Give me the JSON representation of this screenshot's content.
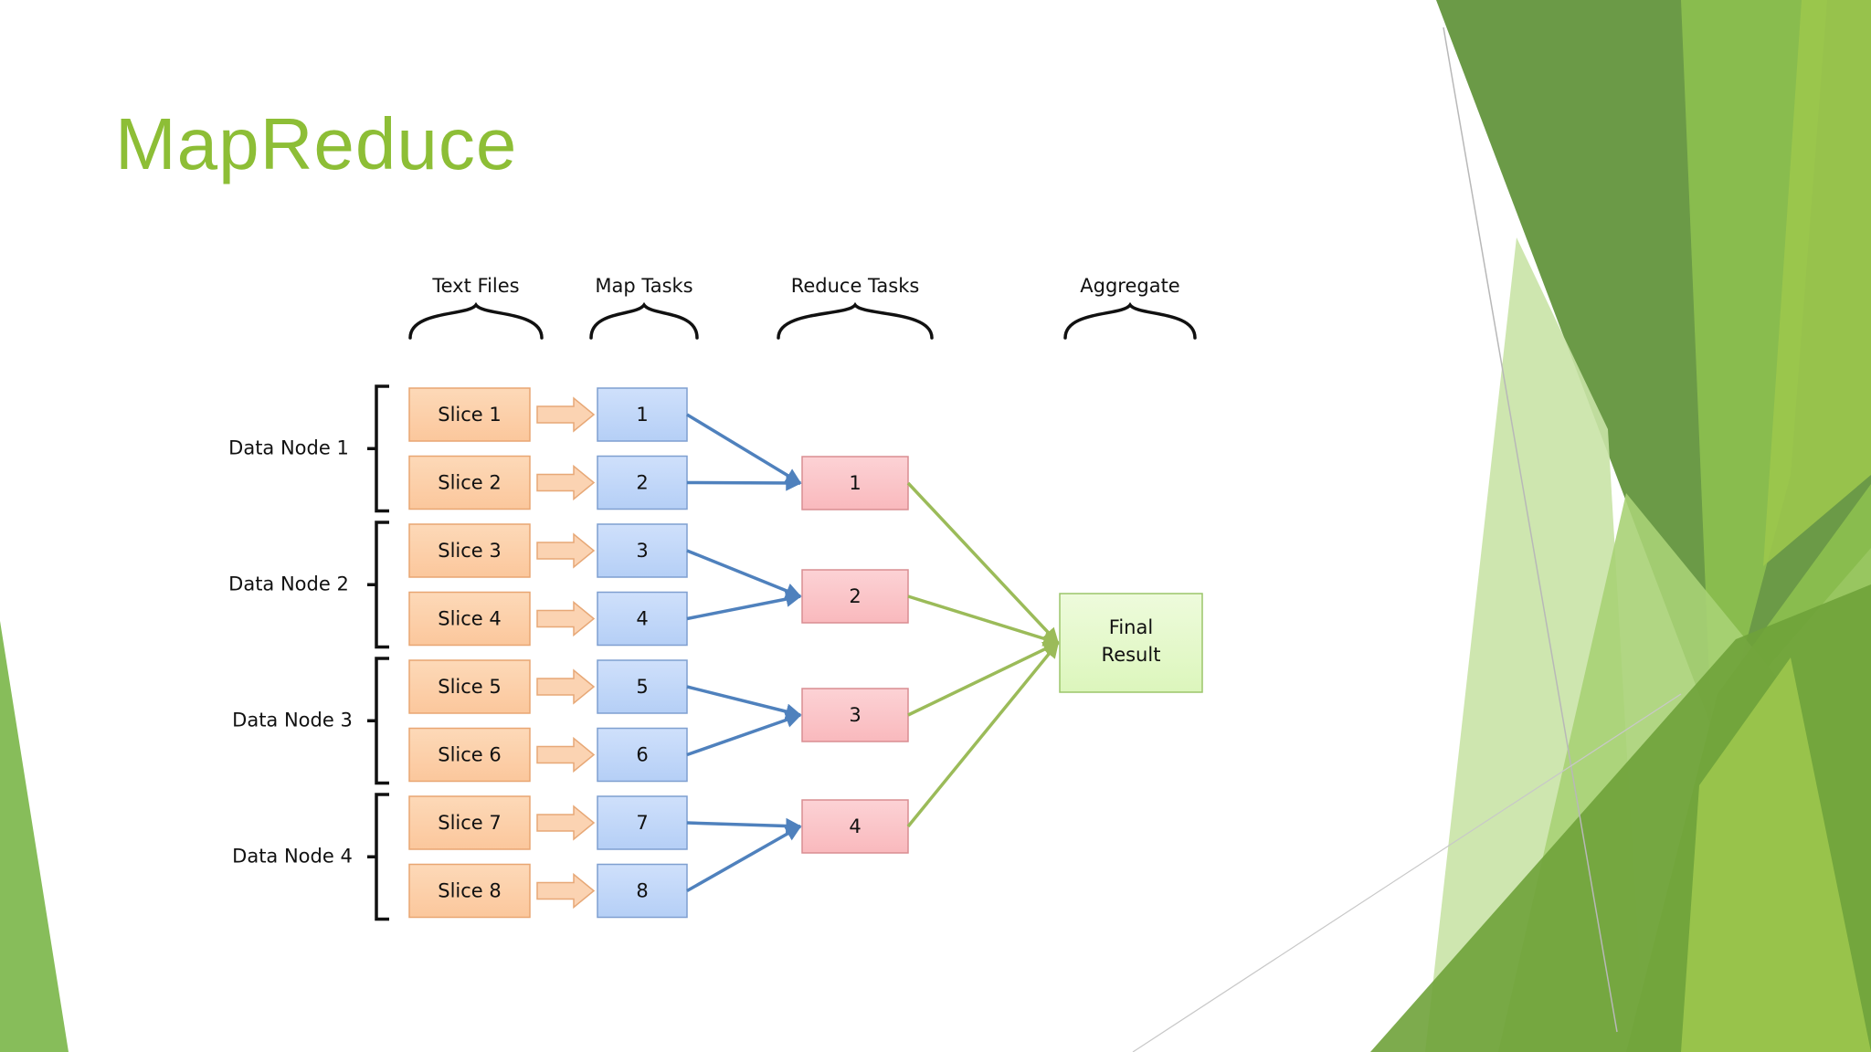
{
  "slide": {
    "title": "MapReduce"
  },
  "colors": {
    "title": "#8dbe36",
    "slice_fill": "#fbc79c",
    "slice_stroke": "#e8a672",
    "map_fill": "#b5cff6",
    "map_stroke": "#7f9fd0",
    "reduce_fill": "#f9b9bd",
    "reduce_stroke": "#d98d92",
    "final_fill": "#dcf6bc",
    "final_stroke": "#9cc56a",
    "blue_arrow": "#4f81bd",
    "green_arrow": "#9bbb59",
    "slice_arrow_fill": "#fbd3b2",
    "slice_arrow_stroke": "#e7a877",
    "decor_green": "#7ab648"
  },
  "diagram": {
    "column_headers": [
      "Text Files",
      "Map Tasks",
      "Reduce Tasks",
      "Aggregate"
    ],
    "data_nodes": [
      "Data Node 1",
      "Data Node 2",
      "Data Node 3",
      "Data Node 4"
    ],
    "slices": [
      "Slice 1",
      "Slice 2",
      "Slice 3",
      "Slice 4",
      "Slice 5",
      "Slice 6",
      "Slice 7",
      "Slice 8"
    ],
    "map_tasks": [
      "1",
      "2",
      "3",
      "4",
      "5",
      "6",
      "7",
      "8"
    ],
    "reduce_tasks": [
      "1",
      "2",
      "3",
      "4"
    ],
    "final_result": [
      "Final",
      "Result"
    ]
  }
}
